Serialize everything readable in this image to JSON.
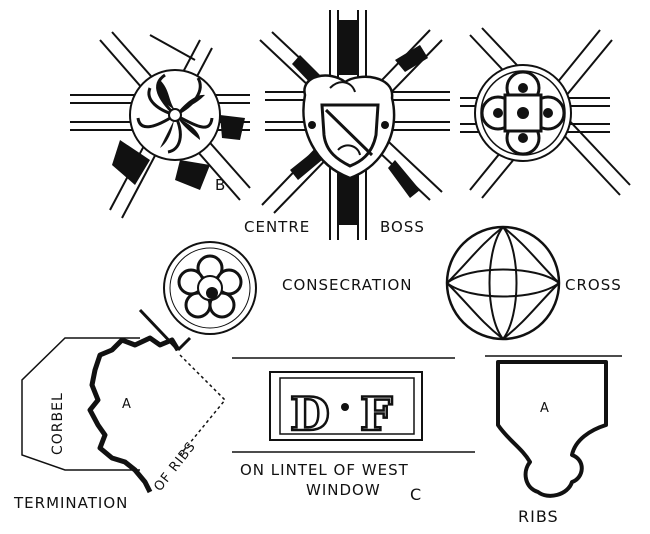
{
  "labels": {
    "boss_b": "B",
    "centre": "CENTRE",
    "boss": "BOSS",
    "consecration": "CONSECRATION",
    "cross": "CROSS",
    "corbel": "CORBEL",
    "corbel_a": "A",
    "of_ribs": "OF RIBS",
    "termination": "TERMINATION",
    "lintel_d": "D",
    "lintel_f": "F",
    "lintel_line1": "ON LINTEL OF WEST",
    "lintel_line2": "WINDOW",
    "lintel_c": "C",
    "ribs_a": "A",
    "ribs": "RIBS"
  },
  "colors": {
    "ink": "#111111",
    "paper": "#ffffff"
  }
}
